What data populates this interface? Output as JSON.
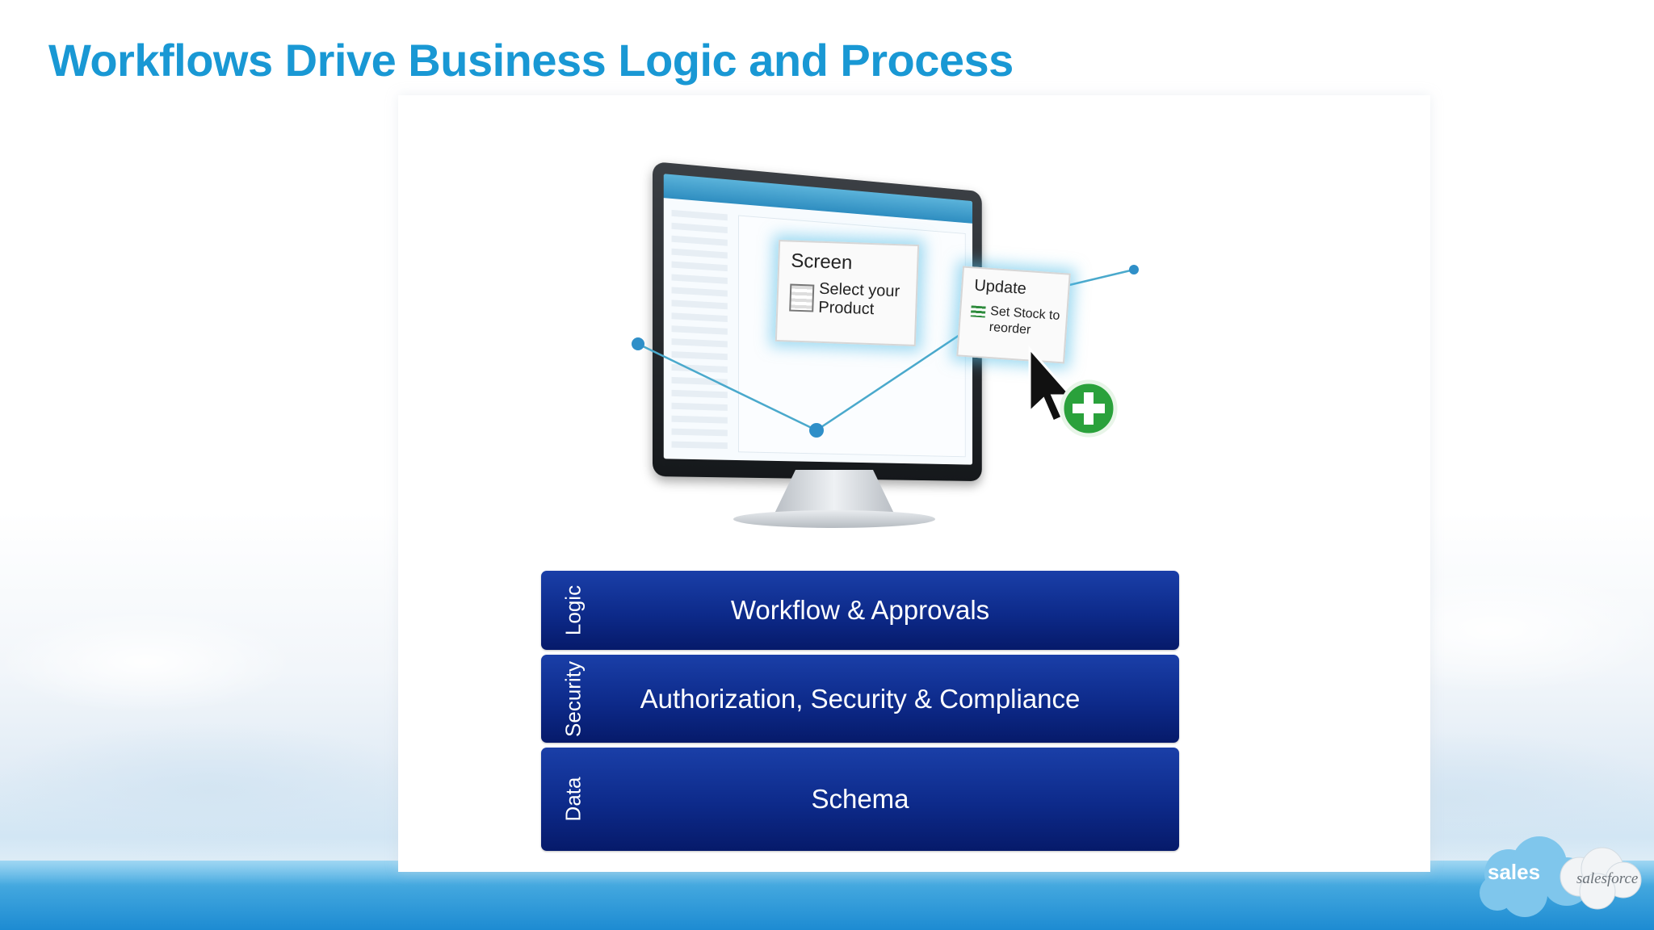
{
  "slide": {
    "title": "Workflows Drive Business Logic and Process"
  },
  "illustration": {
    "screen_card": {
      "title": "Screen",
      "body": "Select your Product"
    },
    "update_card": {
      "title": "Update",
      "body": "Set Stock to reorder"
    },
    "icons": [
      "cursor-arrow-icon",
      "green-plus-icon",
      "form-icon",
      "list-icon"
    ]
  },
  "stack": {
    "rows": [
      {
        "side_label": "Logic",
        "label": "Workflow & Approvals"
      },
      {
        "side_label": "Security",
        "label": "Authorization, Security & Compliance"
      },
      {
        "side_label": "Data",
        "label": "Schema"
      }
    ]
  },
  "branding": {
    "logo_text": "salesforce",
    "logo_partial": "sales"
  },
  "colors": {
    "title": "#1998d4",
    "stack_blue": "#0d2a8a",
    "footer": "#41a6de",
    "plus_green": "#2aa13b"
  }
}
